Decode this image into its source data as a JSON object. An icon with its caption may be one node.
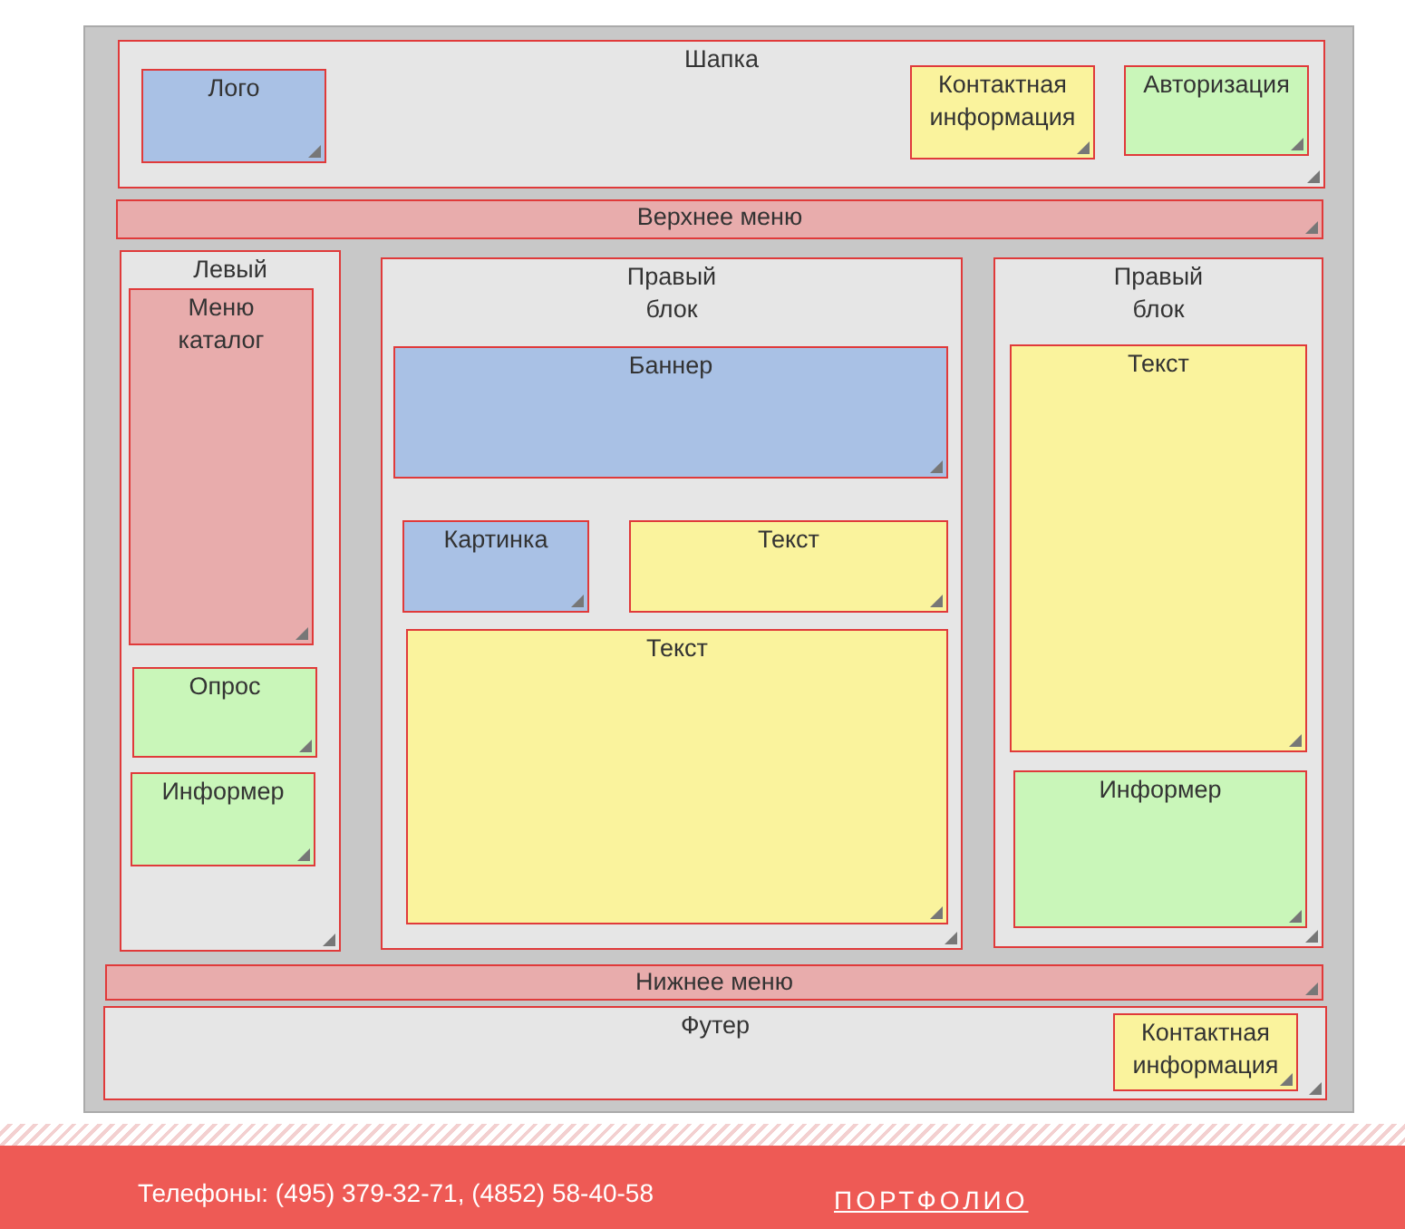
{
  "diagram": {
    "nodes": [
      {
        "text": [
          "Шапка"
        ]
      },
      {
        "text": [
          "Лого"
        ],
        "in": 0
      },
      {
        "text": [
          "Контактная информация"
        ],
        "in": 0
      },
      {
        "text": [
          "Авторизация"
        ],
        "in": 0
      },
      {
        "text": [
          "Верхнее меню"
        ]
      },
      {
        "text": [
          "Левый"
        ]
      },
      {
        "text": [
          "Меню каталог"
        ],
        "in": 5
      },
      {
        "text": [
          "Опрос"
        ],
        "in": 5
      },
      {
        "text": [
          "Информер"
        ],
        "in": 5
      },
      {
        "text": [
          "Правый блок"
        ]
      },
      {
        "text": [
          "Баннер"
        ],
        "in": 9
      },
      {
        "text": [
          "Картинка"
        ],
        "in": 9
      },
      {
        "text": [
          "Текст"
        ],
        "in": 9
      },
      {
        "text": [
          "Текст"
        ],
        "in": 9
      },
      {
        "text": [
          "Правый блок"
        ]
      },
      {
        "text": [
          "Текст"
        ],
        "in": 14
      },
      {
        "text": [
          "Информер"
        ],
        "in": 14
      },
      {
        "text": [
          "Нижнее меню"
        ]
      },
      {
        "text": [
          "Футер"
        ]
      },
      {
        "text": [
          "Контактная информация"
        ],
        "in": 18
      }
    ],
    "edges": [],
    "labels": [
      "Телефоны: (495) 379-32-71, (4852) 58-40-58",
      "ПОРТФОЛИО"
    ]
  }
}
